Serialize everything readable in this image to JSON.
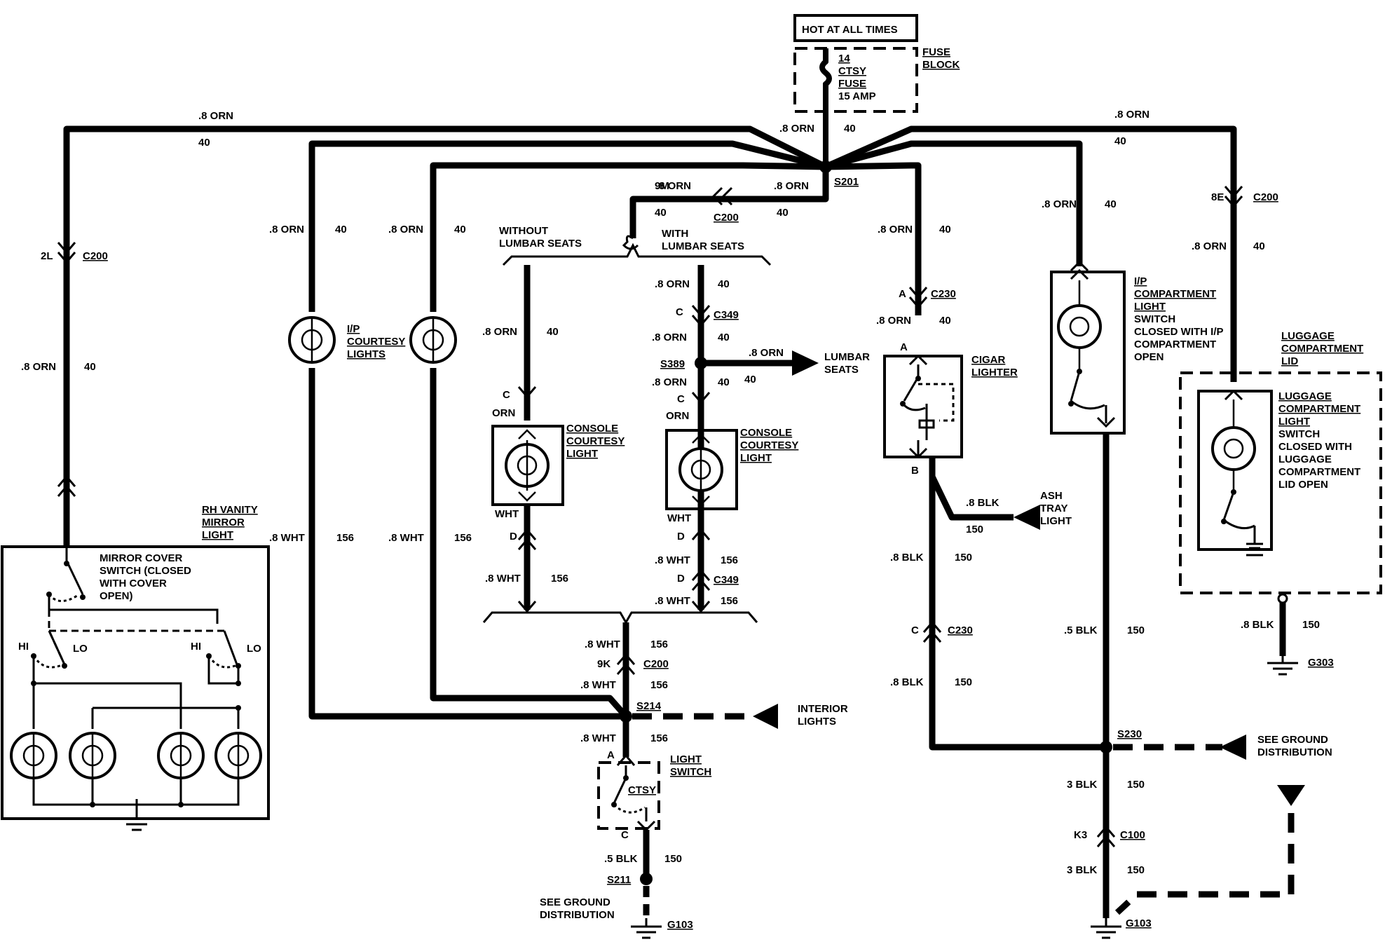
{
  "power": {
    "hot_label": "HOT AT ALL TIMES",
    "fuse_lines": [
      "14",
      "CTSY",
      "FUSE",
      "15 AMP"
    ],
    "fuse_block_lines": [
      "FUSE",
      "BLOCK"
    ]
  },
  "splices": {
    "s201": "S201",
    "s214": "S214",
    "s230": "S230",
    "s389": "S389",
    "s211": "S211"
  },
  "connectors": {
    "c200": "C200",
    "c230": "C230",
    "c349": "C349",
    "c100": "C100",
    "pin_2l": "2L",
    "pin_9m": "9M",
    "pin_8e": "8E",
    "pin_9k": "9K",
    "pin_k3": "K3",
    "pin_a": "A",
    "pin_b": "B",
    "pin_c": "C",
    "pin_d": "D"
  },
  "wires": {
    "orn": ".8 ORN",
    "n40": "40",
    "wht": ".8 WHT",
    "n156": "156",
    "blk8": ".8 BLK",
    "blk5": ".5 BLK",
    "blk3": "3 BLK",
    "n150": "150",
    "orn_short": "ORN",
    "wht_short": "WHT"
  },
  "labels": {
    "without_lumbar": [
      "WITHOUT",
      "LUMBAR SEATS"
    ],
    "with_lumbar": [
      "WITH",
      "LUMBAR SEATS"
    ],
    "lumbar_seats": [
      "LUMBAR",
      "SEATS"
    ],
    "ip_courtesy": [
      "I/P",
      "COURTESY",
      "LIGHTS"
    ],
    "console_courtesy": [
      "CONSOLE",
      "COURTESY",
      "LIGHT"
    ],
    "cigar_lighter": [
      "CIGAR",
      "LIGHTER"
    ],
    "ash_tray": [
      "ASH",
      "TRAY",
      "LIGHT"
    ],
    "ip_compartment": [
      "I/P",
      "COMPARTMENT",
      "LIGHT"
    ],
    "ip_compartment_switch": [
      "SWITCH",
      "CLOSED WITH I/P",
      "COMPARTMENT",
      "OPEN"
    ],
    "luggage_lid": [
      "LUGGAGE",
      "COMPARTMENT",
      "LID"
    ],
    "luggage_light": [
      "LUGGAGE",
      "COMPARTMENT",
      "LIGHT"
    ],
    "luggage_switch": [
      "SWITCH",
      "CLOSED WITH",
      "LUGGAGE",
      "COMPARTMENT",
      "LID OPEN"
    ],
    "rh_vanity": [
      "RH VANITY",
      "MIRROR",
      "LIGHT"
    ],
    "mirror_switch": [
      "MIRROR COVER",
      "SWITCH (CLOSED",
      "WITH COVER",
      "OPEN)"
    ],
    "hi": "HI",
    "lo": "LO",
    "interior_lights": [
      "INTERIOR",
      "LIGHTS"
    ],
    "light_switch": [
      "LIGHT",
      "SWITCH"
    ],
    "ctsy": "CTSY",
    "see_ground": [
      "SEE GROUND",
      "DISTRIBUTION"
    ]
  },
  "grounds": {
    "g103": "G103",
    "g303": "G303"
  }
}
